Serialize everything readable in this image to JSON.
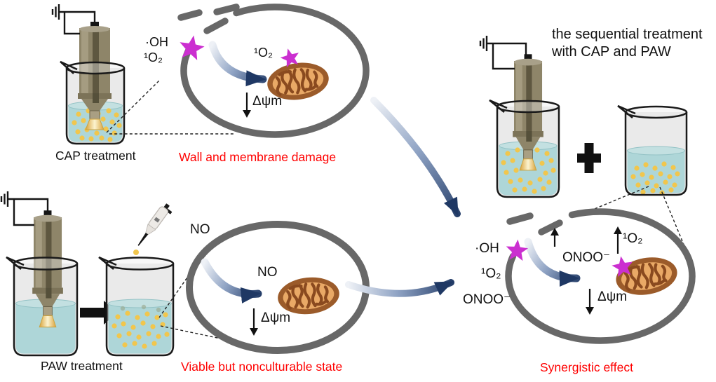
{
  "figure": {
    "cap_panel": {
      "treatment_label": "CAP treatment",
      "caption": "Wall and membrane damage",
      "species_outside": [
        "·OH",
        "¹O₂"
      ],
      "cell": {
        "species_at_mito": "¹O₂",
        "membrane_potential": "Δψm"
      }
    },
    "paw_panel": {
      "treatment_label": "PAW treatment",
      "caption": "Viable but nonculturable state",
      "species_outside": [
        "NO"
      ],
      "cell": {
        "species_inside": "NO",
        "membrane_potential": "Δψm"
      }
    },
    "sequential_panel": {
      "title_line1": "the sequential treatment",
      "title_line2": "with CAP and PAW",
      "caption": "Synergistic effect",
      "species_outside": [
        "·OH",
        "¹O₂",
        "ONOO⁻"
      ],
      "cell": {
        "increased_species": [
          "ONOO⁻",
          "¹O₂"
        ],
        "membrane_potential": "Δψm"
      }
    },
    "colors": {
      "caption_red": "#ff0000",
      "label_black": "#111111",
      "cell_membrane_gray": "#686868",
      "arrow_navy": "#1f3864",
      "star_magenta": "#cb2fd0",
      "mitochondrion_brown": "#9b5b2a",
      "mitochondrion_inner_tan": "#e9a966",
      "liquid_teal": "#aed6d8",
      "particle_yellow": "#f1c64d",
      "glass_gray": "#d9d9d9"
    }
  }
}
